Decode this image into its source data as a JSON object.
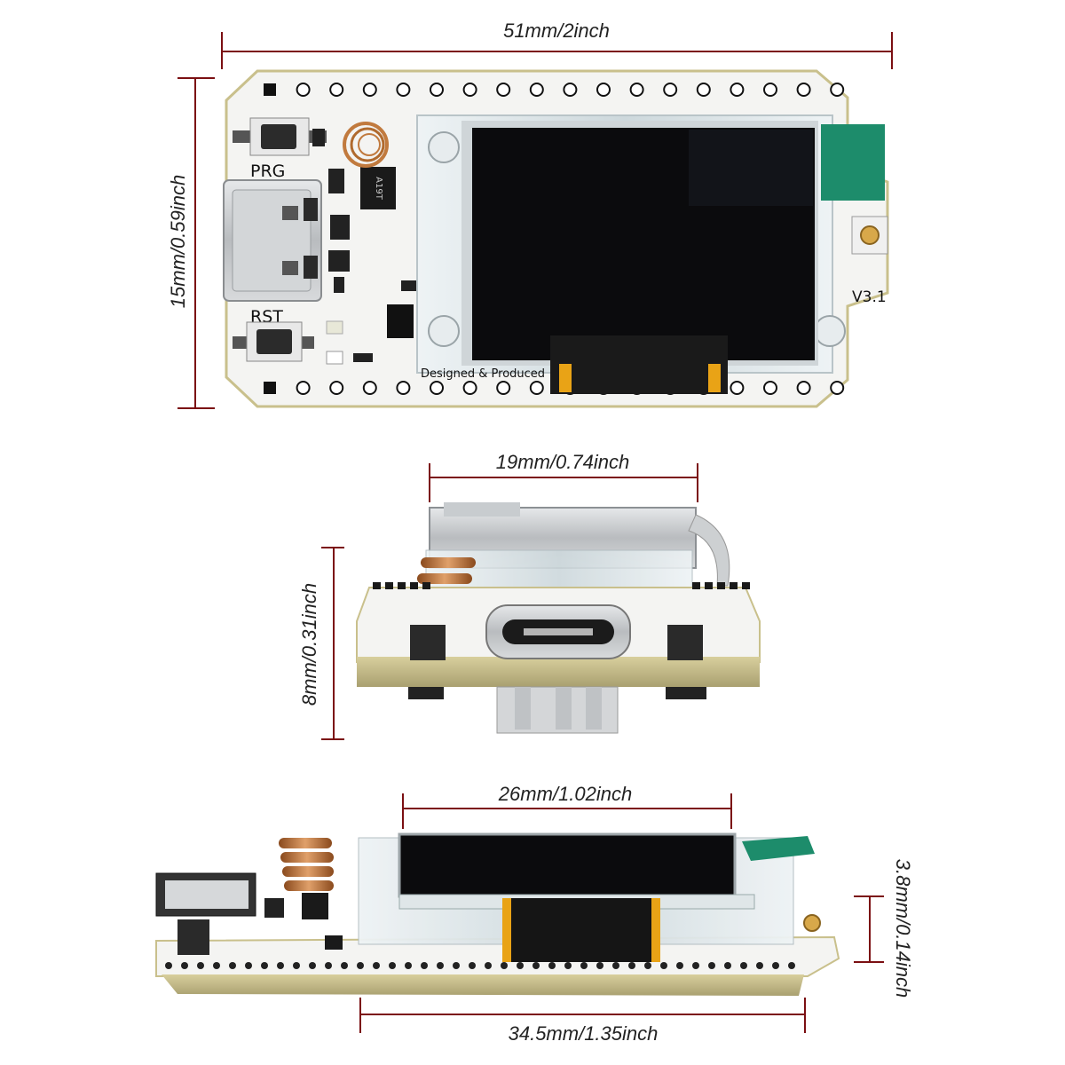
{
  "colors": {
    "dimension_line": "#7b0f12",
    "pcb_white": "#f4f4f2",
    "pcb_edge": "#c9c08c",
    "oled_glass": "#0b0b0d",
    "shield_metal": "#bfc2c5",
    "acrylic": "#dfe7ea",
    "flex_cable": "#1a1a1a",
    "flex_amber": "#e9a316",
    "copper_coil": "#c17a3e",
    "green_tape": "#1d8c6b"
  },
  "views": {
    "top": {
      "width_label": "51mm/2inch",
      "height_label": "15mm/0.59inch",
      "silkscreen": {
        "prg": "PRG",
        "rst": "RST",
        "chip_marking": "A19T",
        "designed_text": "Designed & Produced",
        "version": "V3.1"
      },
      "pin_count_per_row": 18
    },
    "front": {
      "width_label": "19mm/0.74inch",
      "height_label": "8mm/0.31inch"
    },
    "side": {
      "oled_width_label": "26mm/1.02inch",
      "board_length_label": "34.5mm/1.35inch",
      "thickness_label": "3.8mm/0.14inch"
    }
  },
  "icons": [
    "usb-c-port",
    "push-button",
    "copper-coil-antenna",
    "oled-display",
    "ipex-connector"
  ]
}
